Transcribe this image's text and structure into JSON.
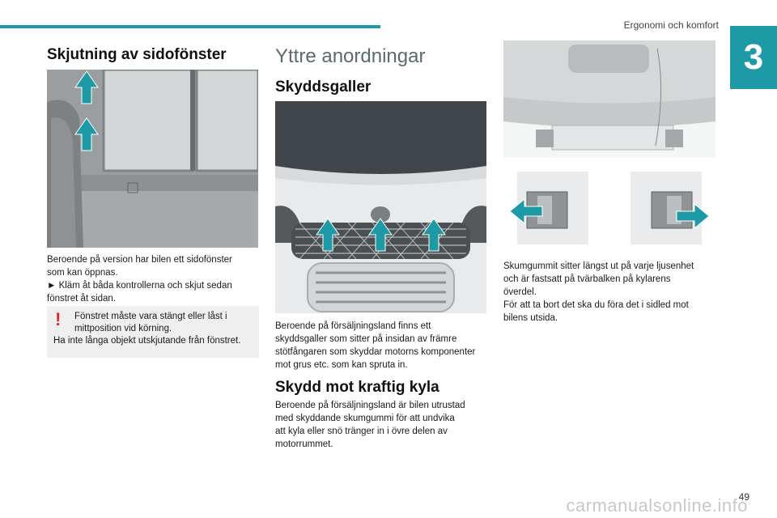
{
  "header": {
    "title": "Ergonomi och komfort",
    "chapter": "3"
  },
  "col1": {
    "heading": "Skjutning av sidofönster",
    "body": [
      "Beroende på version har bilen ett sidofönster",
      "som kan öppnas.",
      "► Kläm åt båda kontrollerna och skjut sedan",
      "fönstret åt sidan."
    ],
    "warning": {
      "icon": "!",
      "line1": "Fönstret måste vara stängt eller låst i",
      "line2": "mittposition vid körning.",
      "line3": "Ha inte långa objekt utskjutande från fönstret."
    }
  },
  "col2": {
    "section_title": "Yttre anordningar",
    "heading1": "Skyddsgaller",
    "body1": [
      "Beroende på försäljningsland finns ett",
      "skyddsgaller som sitter på insidan av främre",
      "stötfångaren som skyddar motorns komponenter",
      "mot grus etc. som kan spruta in."
    ],
    "heading2": "Skydd mot kraftig kyla",
    "body2": [
      "Beroende på försäljningsland är bilen utrustad",
      "med skyddande skumgummi för att undvika",
      "att kyla eller snö tränger in i övre delen av",
      "motorrummet."
    ]
  },
  "col3": {
    "body": [
      "Skumgummit sitter längst ut på varje ljusenhet",
      "och är fastsatt på tvärbalken på kylarens",
      "överdel.",
      "För att ta bort det ska du föra det i sidled mot",
      "bilens utsida."
    ]
  },
  "footer": {
    "page": "49",
    "watermark": "carmanualsonline.info"
  },
  "colors": {
    "accent": "#1d9aa6",
    "warning": "#e0282e",
    "box": "#efefef"
  }
}
